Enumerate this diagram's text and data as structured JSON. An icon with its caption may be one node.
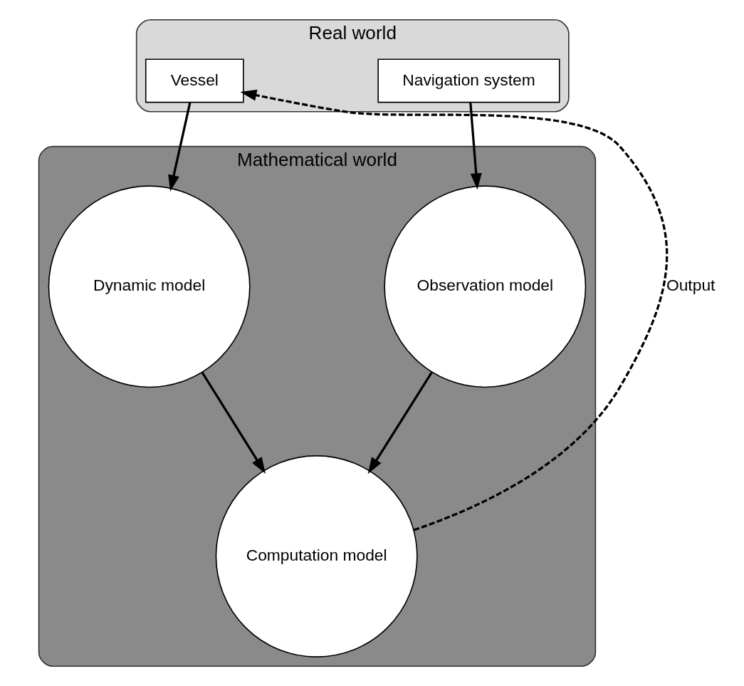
{
  "diagram": {
    "nodes": [
      {
        "text": [
          "Real world"
        ]
      },
      {
        "text": [
          "Vessel"
        ],
        "in": 0
      },
      {
        "text": [
          "Navigation system"
        ],
        "in": 0
      },
      {
        "text": [
          "Mathematical world"
        ]
      },
      {
        "text": [
          "Dynamic model"
        ],
        "in": 3
      },
      {
        "text": [
          "Observation model"
        ],
        "in": 3
      },
      {
        "text": [
          "Computation model"
        ],
        "in": 3
      }
    ],
    "edges": [
      {
        "from": 1,
        "to": 4,
        "arrow": "to"
      },
      {
        "from": 2,
        "to": 5,
        "arrow": "to"
      },
      {
        "from": 4,
        "to": 6,
        "arrow": "to"
      },
      {
        "from": 5,
        "to": 6,
        "arrow": "to"
      },
      {
        "from": 6,
        "to": 1,
        "arrow": "to",
        "style": "dashed",
        "label": "Output"
      }
    ]
  }
}
